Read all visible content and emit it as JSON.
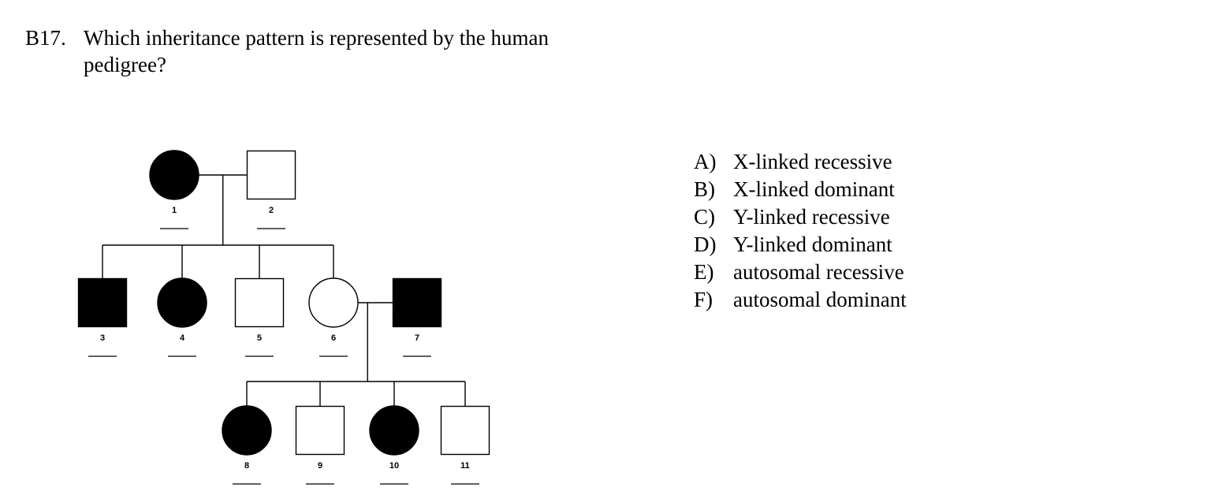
{
  "question": {
    "number": "B17.",
    "text": "Which inheritance pattern is represented by the human pedigree?"
  },
  "pedigree": {
    "individuals": [
      {
        "id": "1",
        "label": "1",
        "sex": "female",
        "affected": true,
        "generation": 1
      },
      {
        "id": "2",
        "label": "2",
        "sex": "male",
        "affected": false,
        "generation": 1
      },
      {
        "id": "3",
        "label": "3",
        "sex": "male",
        "affected": true,
        "generation": 2
      },
      {
        "id": "4",
        "label": "4",
        "sex": "female",
        "affected": true,
        "generation": 2
      },
      {
        "id": "5",
        "label": "5",
        "sex": "male",
        "affected": false,
        "generation": 2
      },
      {
        "id": "6",
        "label": "6",
        "sex": "female",
        "affected": false,
        "generation": 2
      },
      {
        "id": "7",
        "label": "7",
        "sex": "male",
        "affected": true,
        "generation": 2
      },
      {
        "id": "8",
        "label": "8",
        "sex": "female",
        "affected": true,
        "generation": 3
      },
      {
        "id": "9",
        "label": "9",
        "sex": "male",
        "affected": false,
        "generation": 3
      },
      {
        "id": "10",
        "label": "10",
        "sex": "female",
        "affected": true,
        "generation": 3
      },
      {
        "id": "11",
        "label": "11",
        "sex": "male",
        "affected": false,
        "generation": 3
      }
    ],
    "matings": [
      {
        "partners": [
          "1",
          "2"
        ],
        "children": [
          "3",
          "4",
          "5",
          "6"
        ]
      },
      {
        "partners": [
          "6",
          "7"
        ],
        "children": [
          "8",
          "9",
          "10",
          "11"
        ]
      }
    ]
  },
  "options": [
    {
      "letter": "A)",
      "text": "X-linked recessive"
    },
    {
      "letter": "B)",
      "text": "X-linked dominant"
    },
    {
      "letter": "C)",
      "text": "Y-linked recessive"
    },
    {
      "letter": "D)",
      "text": "Y-linked dominant"
    },
    {
      "letter": "E)",
      "text": "autosomal recessive"
    },
    {
      "letter": "F)",
      "text": "autosomal dominant"
    }
  ]
}
